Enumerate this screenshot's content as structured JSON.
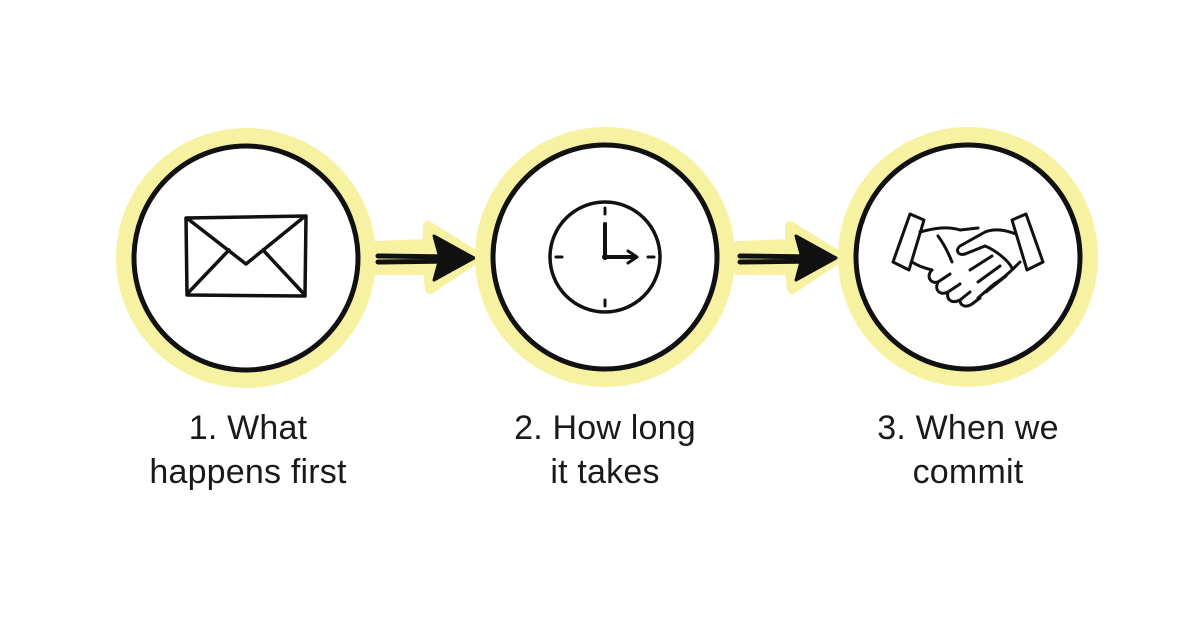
{
  "steps": [
    {
      "line1": "1. What",
      "line2": "happens first",
      "icon": "envelope-icon"
    },
    {
      "line1": "2. How long",
      "line2": "it takes",
      "icon": "clock-icon"
    },
    {
      "line1": "3. When we",
      "line2": "commit",
      "icon": "handshake-icon"
    }
  ],
  "colors": {
    "ink": "#111111",
    "highlight": "#f6f2a2",
    "background": "#ffffff"
  }
}
